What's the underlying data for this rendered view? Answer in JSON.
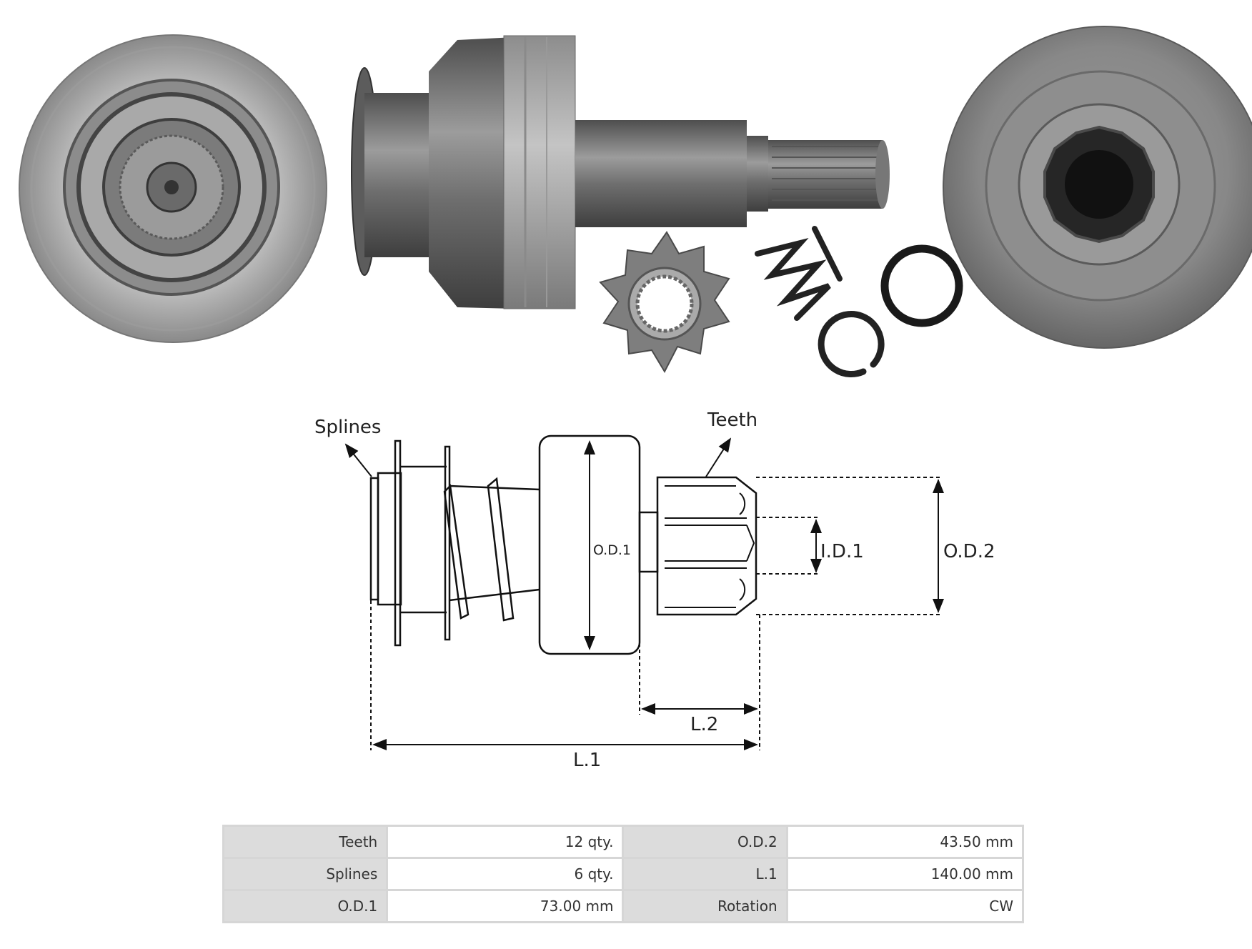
{
  "photos": {
    "left_view": "drive-end-view",
    "center_view": "side-view-drive-assembly",
    "right_view": "pinion-end-view",
    "parts": [
      "pinion-gear-icon",
      "spring-icon",
      "snap-ring-icon",
      "o-ring-icon"
    ]
  },
  "diagram": {
    "label_splines": "Splines",
    "label_teeth": "Teeth",
    "label_od1": "O.D.1",
    "label_id1": "I.D.1",
    "label_od2": "O.D.2",
    "label_l2": "L.2",
    "label_l1": "L.1"
  },
  "specs": {
    "rows": [
      {
        "k1": "Teeth",
        "v1": "12 qty.",
        "k2": "O.D.2",
        "v2": "43.50 mm"
      },
      {
        "k1": "Splines",
        "v1": "6 qty.",
        "k2": "L.1",
        "v2": "140.00 mm"
      },
      {
        "k1": "O.D.1",
        "v1": "73.00 mm",
        "k2": "Rotation",
        "v2": "CW"
      }
    ]
  },
  "colors": {
    "metal_dark": "#5e5e5e",
    "metal_light": "#b8b8b8",
    "line": "#111111"
  }
}
